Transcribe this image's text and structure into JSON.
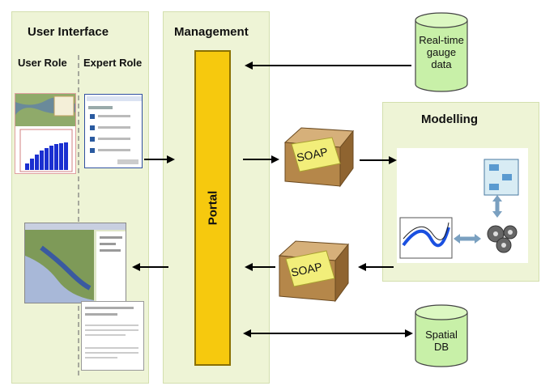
{
  "user_interface": {
    "title": "User Interface",
    "user_role": "User Role",
    "expert_role": "Expert Role"
  },
  "management": {
    "title": "Management",
    "portal_label": "Portal"
  },
  "modelling": {
    "title": "Modelling"
  },
  "datastores": {
    "realtime_line1": "Real-time",
    "realtime_line2": "gauge",
    "realtime_line3": "data",
    "spatial_line1": "Spatial",
    "spatial_line2": "DB"
  },
  "soap_top": "SOAP",
  "soap_bottom": "SOAP",
  "colors": {
    "panel_fill": "#eef4d6",
    "portal_fill": "#f6c90e",
    "cylinder_fill": "#c8f0a8",
    "box_brown": "#b5874a",
    "label_yellow": "#f2ee7a"
  }
}
